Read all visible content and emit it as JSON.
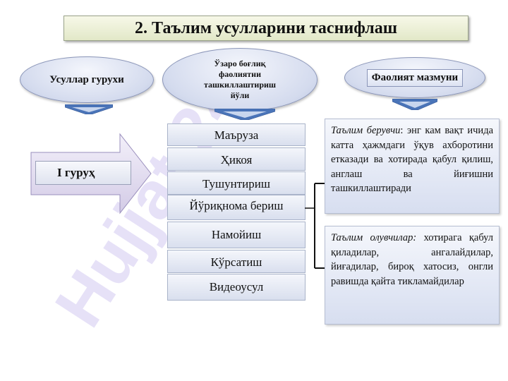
{
  "title": "2. Таълим усулларини таснифлаш",
  "headers": {
    "group": "Усуллар гурухи",
    "organization": "Ўзаро боғлиқ фаолиятни ташкиллаштириш йўли",
    "content": "Фаолият мазмуни"
  },
  "group_label": "I гуруҳ",
  "methods": [
    "Маъруза",
    "Ҳикоя",
    "Тушунтириш",
    "Йўриқнома бериш",
    "Намойиш",
    "Кўрсатиш",
    "Видеоусул"
  ],
  "teacher": {
    "term": "Таълим берувчи",
    "text": ": энг кам вақт ичида катта ҳажмдаги ўқув ахборотини етказади ва хотирада қабул қилиш, англаш ва йиғишни ташкиллаштиради"
  },
  "learner": {
    "term": "Таълим олувчилар:",
    "text": " хотирага қабул қиладилар, ангалайдилар, йиғадилар, бироқ хатосиз, онгли равишда қайта тикламайдилар"
  },
  "watermark": "Hujjat 24",
  "colors": {
    "box_border": "#a9b3c9",
    "watermark": "#b8a8e8"
  }
}
